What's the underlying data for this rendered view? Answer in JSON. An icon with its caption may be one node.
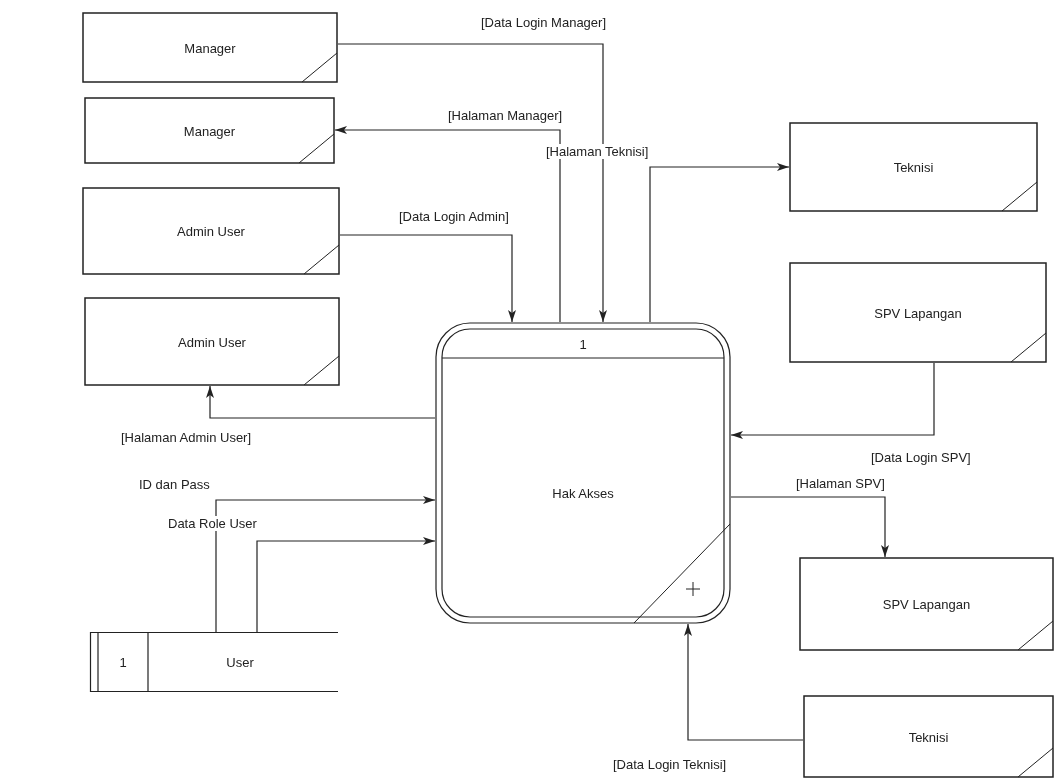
{
  "diagram": {
    "nodes": [
      {
        "text": [
          "Manager"
        ]
      },
      {
        "text": [
          "Manager"
        ]
      },
      {
        "text": [
          "Admin User"
        ]
      },
      {
        "text": [
          "Admin User"
        ]
      },
      {
        "text": [
          "Teknisi"
        ]
      },
      {
        "text": [
          "SPV Lapangan"
        ]
      },
      {
        "text": [
          "1",
          "Hak Akses"
        ]
      },
      {
        "text": [
          "SPV Lapangan"
        ]
      },
      {
        "text": [
          "Teknisi"
        ]
      },
      {
        "text": [
          "1",
          "User"
        ]
      }
    ],
    "edges": [
      {
        "from": 0,
        "to": 6,
        "arrow": "to",
        "label": "[Data Login Manager]"
      },
      {
        "from": 6,
        "to": 1,
        "arrow": "to",
        "label": "[Halaman Manager]"
      },
      {
        "from": 6,
        "to": 4,
        "arrow": "to",
        "label": "[Halaman Teknisi]"
      },
      {
        "from": 2,
        "to": 6,
        "arrow": "to",
        "label": "[Data Login Admin]"
      },
      {
        "from": 6,
        "to": 3,
        "arrow": "to",
        "label": "[Halaman Admin User]"
      },
      {
        "from": 5,
        "to": 6,
        "arrow": "to",
        "label": "[Data Login SPV]"
      },
      {
        "from": 6,
        "to": 7,
        "arrow": "to",
        "label": "[Halaman SPV]"
      },
      {
        "from": 8,
        "to": 6,
        "arrow": "to",
        "label": "[Data Login Teknisi]"
      },
      {
        "from": 9,
        "to": 6,
        "arrow": "to",
        "label": "ID dan Pass"
      },
      {
        "from": 9,
        "to": 6,
        "arrow": "to",
        "label": "Data Role User"
      }
    ]
  }
}
